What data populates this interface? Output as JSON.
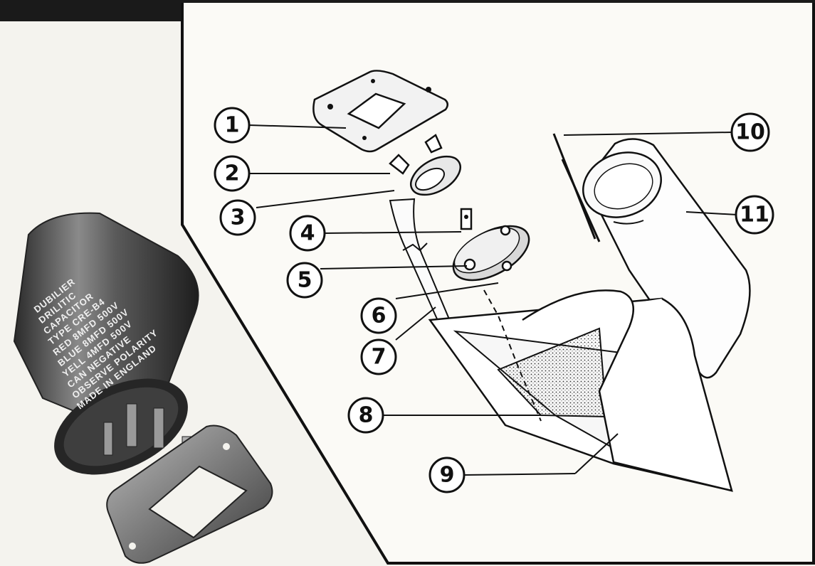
{
  "callouts": [
    {
      "label": "1"
    },
    {
      "label": "2"
    },
    {
      "label": "3"
    },
    {
      "label": "4"
    },
    {
      "label": "5"
    },
    {
      "label": "6"
    },
    {
      "label": "7"
    },
    {
      "label": "8"
    },
    {
      "label": "9"
    },
    {
      "label": "10"
    },
    {
      "label": "11"
    }
  ],
  "capacitor_can": {
    "lines": [
      "DUBILIER",
      "DRILITIC",
      "CAPACITOR",
      "TYPE CRE-B4",
      "RED 8MFD 500V",
      "BLUE 8MFD 500V",
      "YELL 4MFD 500V",
      "CAN NEGATIVE",
      "OBSERVE POLARITY",
      "MADE IN ENGLAND"
    ]
  },
  "colors": {
    "ink": "#111111",
    "paper": "#f4f3ee",
    "header_bar": "#1a1a1a",
    "can_dark": "#4a4a4a"
  }
}
